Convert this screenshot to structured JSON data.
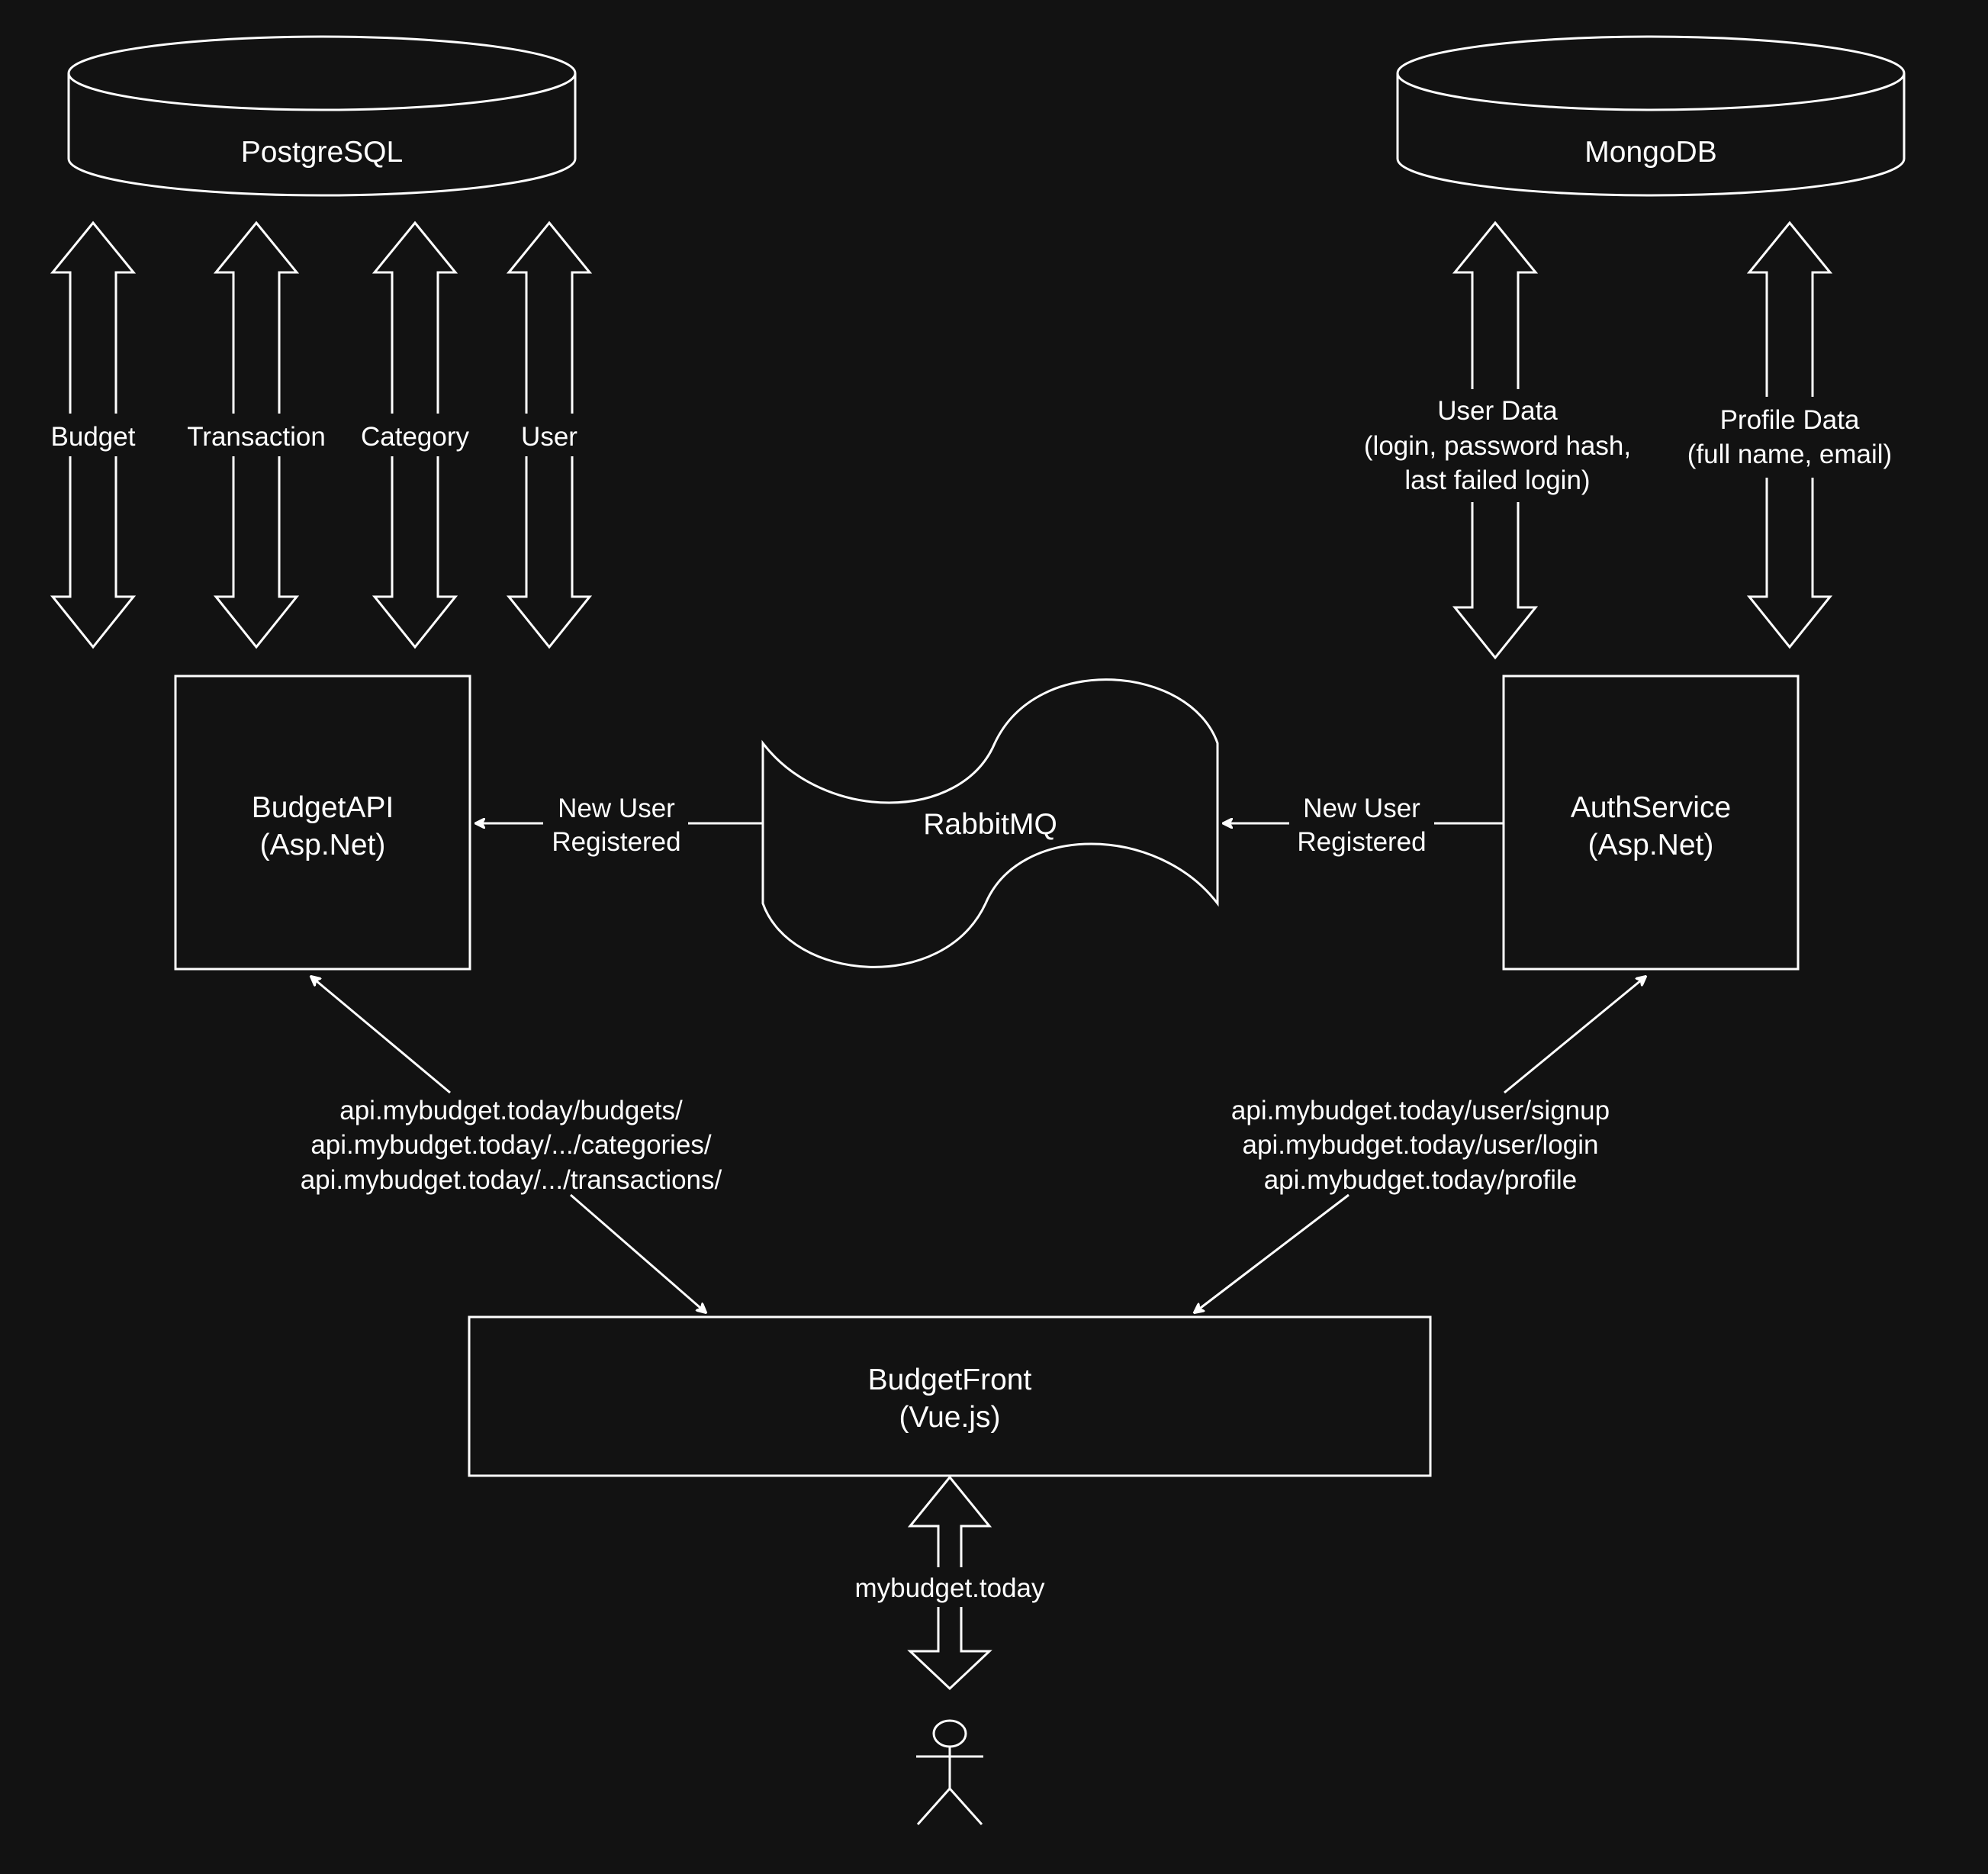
{
  "nodes": {
    "postgres": {
      "label": "PostgreSQL"
    },
    "mongo": {
      "label": "MongoDB"
    },
    "budget_api": {
      "label_line1": "BudgetAPI",
      "label_line2": "(Asp.Net)"
    },
    "rabbitmq": {
      "label": "RabbitMQ"
    },
    "auth_service": {
      "label_line1": "AuthService",
      "label_line2": "(Asp.Net)"
    },
    "budget_front": {
      "label_line1": "BudgetFront",
      "label_line2": "(Vue.js)"
    }
  },
  "postgres_links": [
    "Budget",
    "Transaction",
    "Category",
    "User"
  ],
  "mongo_links": {
    "user_data": [
      "User Data",
      "(login, password hash,",
      "last failed login)"
    ],
    "profile_data": [
      "Profile Data",
      "(full name, email)"
    ]
  },
  "events": {
    "auth_to_rabbit": [
      "New User",
      "Registered"
    ],
    "rabbit_to_budget": [
      "New User",
      "Registered"
    ]
  },
  "budget_api_routes": [
    "api.mybudget.today/budgets/",
    "api.mybudget.today/.../categories/",
    "api.mybudget.today/.../transactions/"
  ],
  "auth_routes": [
    "api.mybudget.today/user/signup",
    "api.mybudget.today/user/login",
    "api.mybudget.today/profile"
  ],
  "user_access": {
    "label": "mybudget.today"
  },
  "colors": {
    "background": "#121212",
    "stroke": "#ffffff",
    "text": "#ffffff"
  }
}
